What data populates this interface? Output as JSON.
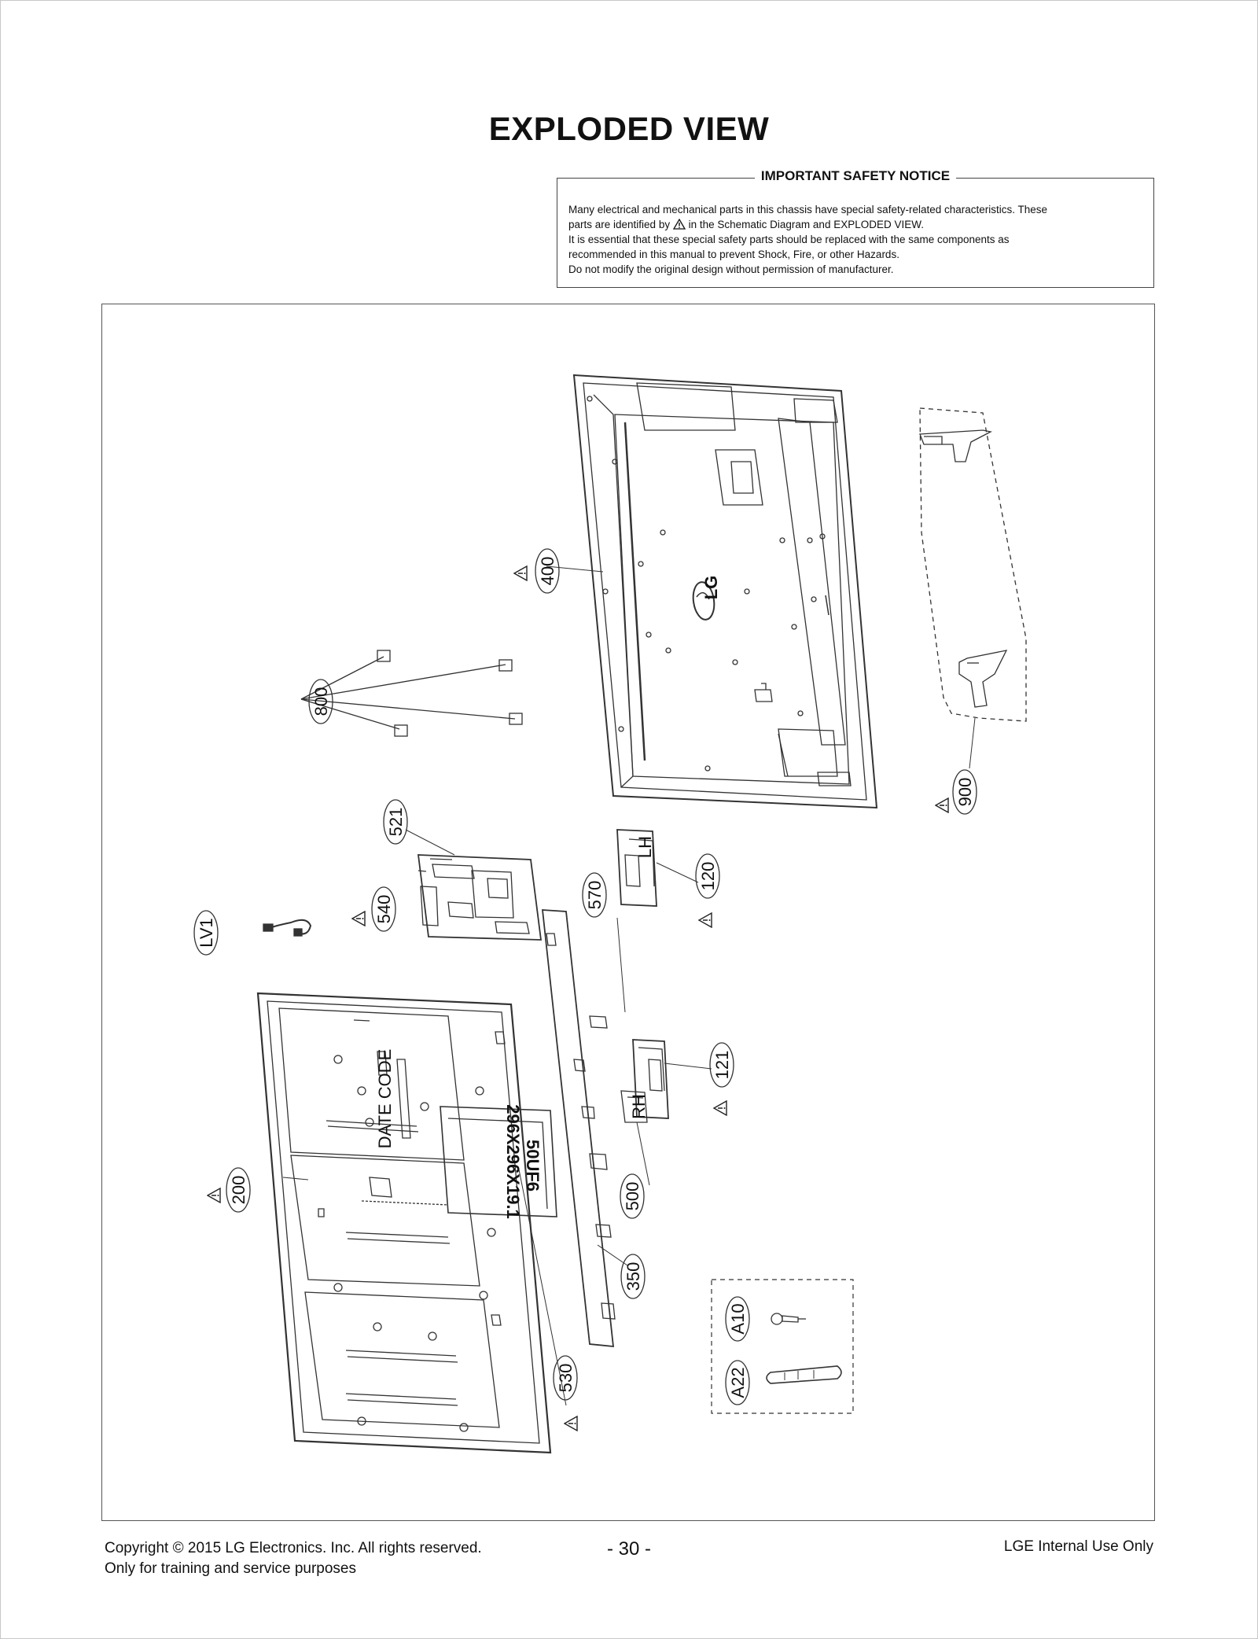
{
  "page": {
    "title": "EXPLODED VIEW"
  },
  "safety_notice": {
    "heading": "IMPORTANT SAFETY NOTICE",
    "line1": "Many electrical and mechanical parts in this chassis have special safety-related characteristics. These",
    "line2_pre": "parts are identified by",
    "line2_post": "in the Schematic Diagram and EXPLODED VIEW.",
    "line3": "It is essential that these special safety parts should be replaced with the same components as",
    "line4": "recommended in this manual to prevent Shock, Fire, or other Hazards.",
    "line5": "Do not modify the original design without permission of manufacturer."
  },
  "diagram": {
    "callouts": {
      "c400": "400",
      "c800": "800",
      "c900": "900",
      "c521": "521",
      "c540": "540",
      "cLV1": "LV1",
      "c570": "570",
      "c120": "120",
      "c121": "121",
      "c200": "200",
      "c500": "500",
      "c350": "350",
      "c530": "530",
      "cA10": "A10",
      "cA22": "A22"
    },
    "labels": {
      "logo": "LG",
      "date_code": "DATE CODE",
      "panel_code_1": "296X296X19.1",
      "panel_code_2": "50UF6",
      "lh": "LH",
      "rh": "RH"
    }
  },
  "footer": {
    "copyright": "Copyright  © 2015 LG Electronics. Inc. All rights reserved.",
    "purpose": "Only for training and service purposes",
    "page_number": "- 30 -",
    "internal": "LGE Internal Use Only"
  }
}
